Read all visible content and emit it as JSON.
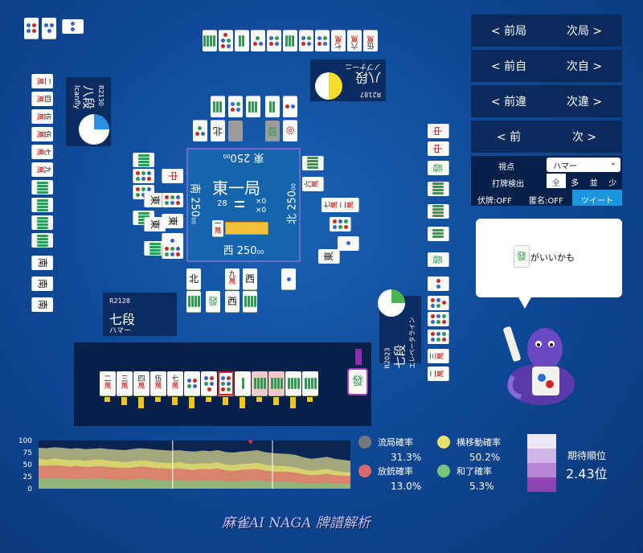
{
  "nav": {
    "prev_round": "< 前局",
    "next_round": "次局 >",
    "prev_self": "< 前自",
    "next_self": "次自 >",
    "prev_mistake": "< 前違",
    "next_mistake": "次違 >",
    "prev": "< 前",
    "next": "次 >"
  },
  "options": {
    "viewpoint_label": "視点",
    "viewpoint_value": "ハマー",
    "discard_detect_label": "打牌検出",
    "detect_modes": [
      "全",
      "多",
      "並",
      "少"
    ],
    "detect_selected": "全",
    "hide_tiles": "伏牌:OFF",
    "anonymous": "匿名:OFF",
    "tweet": "ツイート"
  },
  "suggestion": {
    "tile": "發",
    "text": "がいいかも"
  },
  "center": {
    "round": "東一局",
    "honba_count": "28",
    "stick_label1": "×0",
    "stick_label2": "×0",
    "dora_indicator": "一",
    "seat_east": "東 250",
    "seat_east_sub": "00",
    "seat_south": "南 250",
    "seat_south_sub": "00",
    "seat_west": "西 250",
    "seat_west_sub": "00",
    "seat_north": "北 250",
    "seat_north_sub": "00"
  },
  "players": {
    "self": {
      "rating": "R2128",
      "rank": "七段",
      "name": "ハマー"
    },
    "right": {
      "rating": "R2023",
      "rank": "七段",
      "name": "エレベータライン"
    },
    "top": {
      "rating": "R2187",
      "rank": "八段",
      "name": "ノブナーニ"
    },
    "left": {
      "rating": "R2130",
      "rank": "八段",
      "name": "lcanfly"
    }
  },
  "hand": [
    {
      "kind": "man",
      "n": "二"
    },
    {
      "kind": "man",
      "n": "三"
    },
    {
      "kind": "man",
      "n": "四"
    },
    {
      "kind": "man",
      "n": "伍"
    },
    {
      "kind": "man",
      "n": "七"
    },
    {
      "kind": "pin",
      "n": 4
    },
    {
      "kind": "pin",
      "n": 5
    },
    {
      "kind": "pin",
      "n": 9,
      "hl": true
    },
    {
      "kind": "sou",
      "n": 1
    },
    {
      "kind": "sou",
      "n": 4,
      "pink": true
    },
    {
      "kind": "sou",
      "n": 6,
      "pink": true
    },
    {
      "kind": "sou",
      "n": 6
    },
    {
      "kind": "sou",
      "n": 8
    }
  ],
  "drawn": {
    "label": "發"
  },
  "stats": {
    "ryukyoku_label": "流局確率",
    "ryukyoku_value": "31.3%",
    "yokoido_label": "横移動確率",
    "yokoido_value": "50.2%",
    "houju_label": "放銃確率",
    "houju_value": "13.0%",
    "agari_label": "和了確率",
    "agari_value": "5.3%",
    "expected_rank_label": "期待順位",
    "expected_rank_value": "2.43位"
  },
  "chart_data": {
    "type": "area",
    "x_range": [
      0,
      100
    ],
    "ylim": [
      0,
      100
    ],
    "yticks": [
      "100",
      "75",
      "50",
      "25",
      "0"
    ],
    "series": [
      {
        "values": [
          85,
          84,
          86,
          85,
          83,
          84,
          82,
          83,
          84,
          82,
          81,
          80,
          82,
          84,
          83,
          81,
          80,
          79,
          80,
          78,
          77,
          79,
          78,
          80,
          76,
          75,
          77,
          78,
          80,
          76,
          74,
          73,
          72,
          70,
          65,
          62,
          64,
          66,
          62,
          60,
          58
        ]
      },
      {
        "values": [
          62,
          60,
          63,
          61,
          59,
          60,
          58,
          60,
          61,
          58,
          57,
          55,
          57,
          59,
          58,
          55,
          54,
          53,
          55,
          52,
          51,
          53,
          52,
          55,
          50,
          49,
          51,
          52,
          54,
          50,
          48,
          47,
          46,
          44,
          40,
          37,
          39,
          41,
          37,
          35,
          34
        ]
      },
      {
        "values": [
          48,
          47,
          49,
          48,
          46,
          47,
          45,
          46,
          47,
          45,
          44,
          43,
          44,
          46,
          45,
          43,
          42,
          41,
          42,
          40,
          39,
          41,
          40,
          42,
          38,
          37,
          39,
          40,
          41,
          38,
          36,
          35,
          35,
          33,
          30,
          28,
          29,
          31,
          28,
          27,
          26
        ]
      },
      {
        "values": [
          22,
          21,
          23,
          22,
          20,
          21,
          20,
          21,
          22,
          20,
          19,
          18,
          19,
          21,
          20,
          18,
          18,
          17,
          18,
          17,
          16,
          17,
          17,
          18,
          16,
          15,
          16,
          17,
          18,
          16,
          15,
          14,
          14,
          13,
          12,
          11,
          12,
          13,
          11,
          10,
          10
        ]
      }
    ],
    "colors": [
      "#d8d28a",
      "#e7e06a",
      "#d86a6e",
      "#7cc47e"
    ]
  },
  "rank_bar": {
    "colors": [
      "#efe6f6",
      "#d2b6ea",
      "#b986d6",
      "#8d45b4"
    ]
  },
  "logo": "麻雀AI NAGA 牌譜解析"
}
